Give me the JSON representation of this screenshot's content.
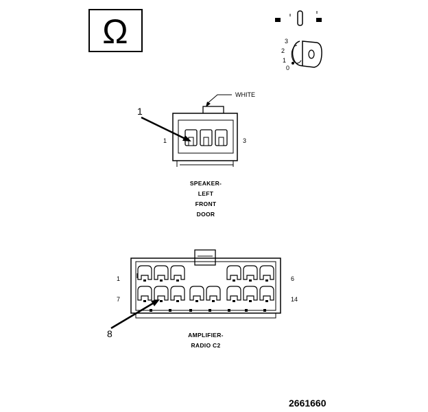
{
  "figure_number": "2661660",
  "ohm_symbol": "Ω",
  "key_positions": [
    "3",
    "2",
    "1",
    "0"
  ],
  "speaker_connector": {
    "wire_label": "WHITE",
    "callout": "1",
    "pin_left": "1",
    "pin_right": "3",
    "caption_lines": [
      "SPEAKER-",
      "LEFT",
      "FRONT",
      "DOOR"
    ]
  },
  "amplifier_connector": {
    "callout": "8",
    "pin_top_left": "1",
    "pin_top_right": "6",
    "pin_bottom_left": "7",
    "pin_bottom_right": "14",
    "caption_lines": [
      "AMPLIFIER-",
      "RADIO C2"
    ]
  }
}
